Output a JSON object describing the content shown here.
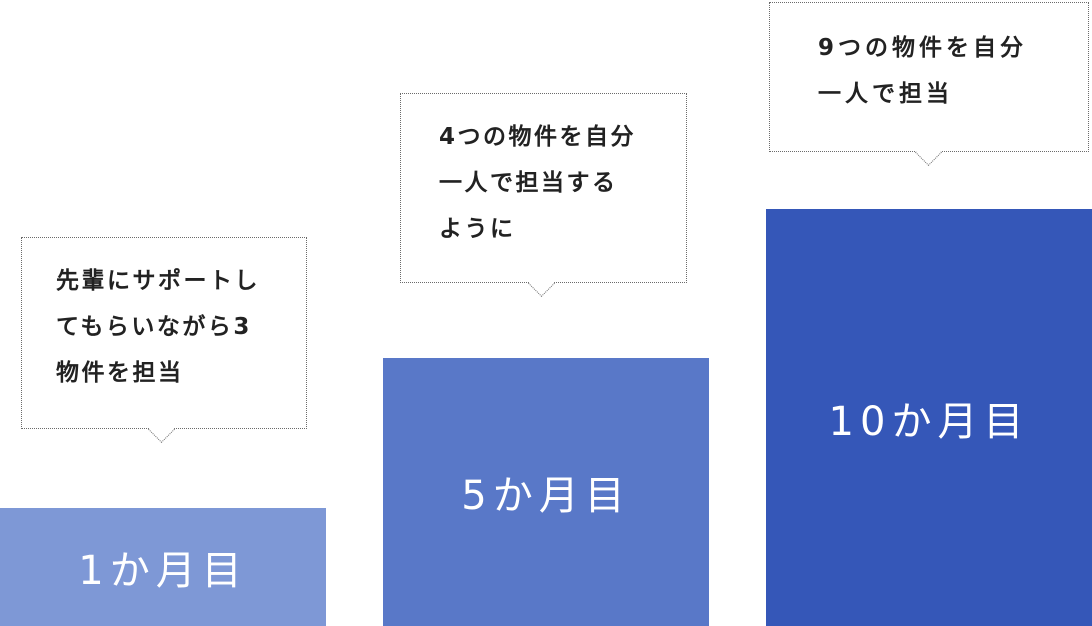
{
  "colors": {
    "bar_1": "#7e98d6",
    "bar_2": "#5978c8",
    "bar_3": "#3557b8",
    "bar_text": "#ffffff",
    "bubble_text": "#222222",
    "bubble_border": "#6b6b6b"
  },
  "steps": [
    {
      "label": "1か月目",
      "note_lines": [
        "先輩にサポートし",
        "てもらいながら3",
        "物件を担当"
      ]
    },
    {
      "label": "5か月目",
      "note_lines": [
        "4つの物件を自分",
        "一人で担当する",
        "ように"
      ]
    },
    {
      "label": "10か月目",
      "note_lines": [
        "9つの物件を自分",
        "一人で担当"
      ]
    }
  ]
}
